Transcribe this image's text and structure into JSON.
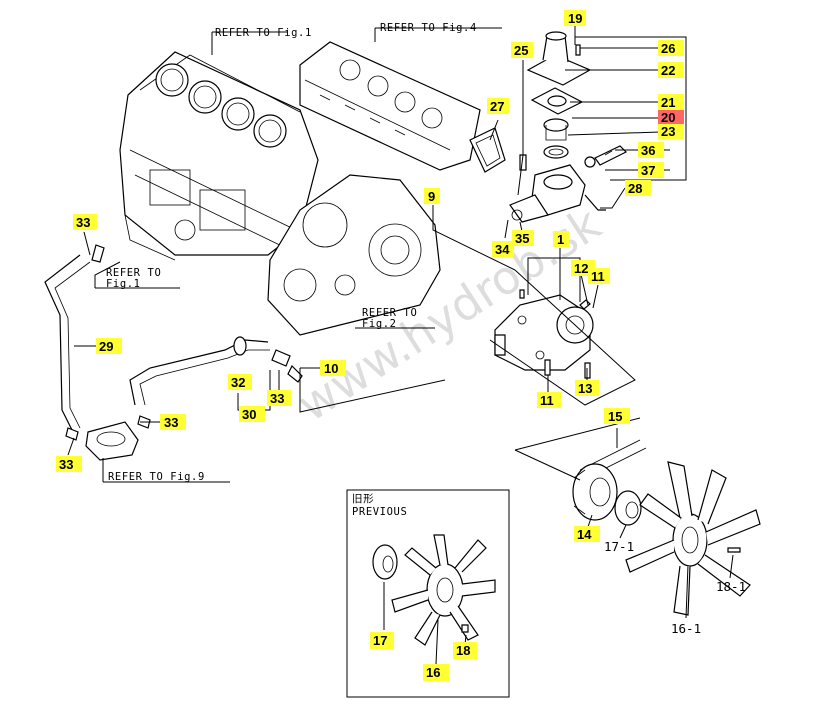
{
  "references": {
    "fig1_top": "REFER TO Fig.1",
    "fig4_top": "REFER TO Fig.4",
    "fig1_left_line1": "REFER TO",
    "fig1_left_line2": "Fig.1",
    "fig2_line1": "REFER TO",
    "fig2_line2": "Fig.2",
    "fig9": "REFER TO Fig.9"
  },
  "callouts": {
    "p1": "1",
    "p9": "9",
    "p10": "10",
    "p11a": "11",
    "p11b": "11",
    "p12": "12",
    "p13": "13",
    "p14": "14",
    "p15": "15",
    "p16": "16",
    "p17": "17",
    "p18": "18",
    "p19": "19",
    "p20": "20",
    "p21": "21",
    "p22": "22",
    "p23": "23",
    "p25": "25",
    "p26": "26",
    "p27": "27",
    "p28": "28",
    "p29": "29",
    "p30": "30",
    "p32": "32",
    "p33a": "33",
    "p33b": "33",
    "p33c": "33",
    "p33d": "33",
    "p34": "34",
    "p35": "35",
    "p36": "36",
    "p37": "37"
  },
  "plain_labels": {
    "p16_1": "16-1",
    "p17_1": "17-1",
    "p18_1": "18-1"
  },
  "previous_box": {
    "title_jp": "旧形",
    "title_en": "PREVIOUS"
  },
  "watermark": "www.hydrob.sk",
  "colors": {
    "callout_fill": "#ffff33",
    "callout_highlight": "#ff6666",
    "line": "#000000"
  }
}
